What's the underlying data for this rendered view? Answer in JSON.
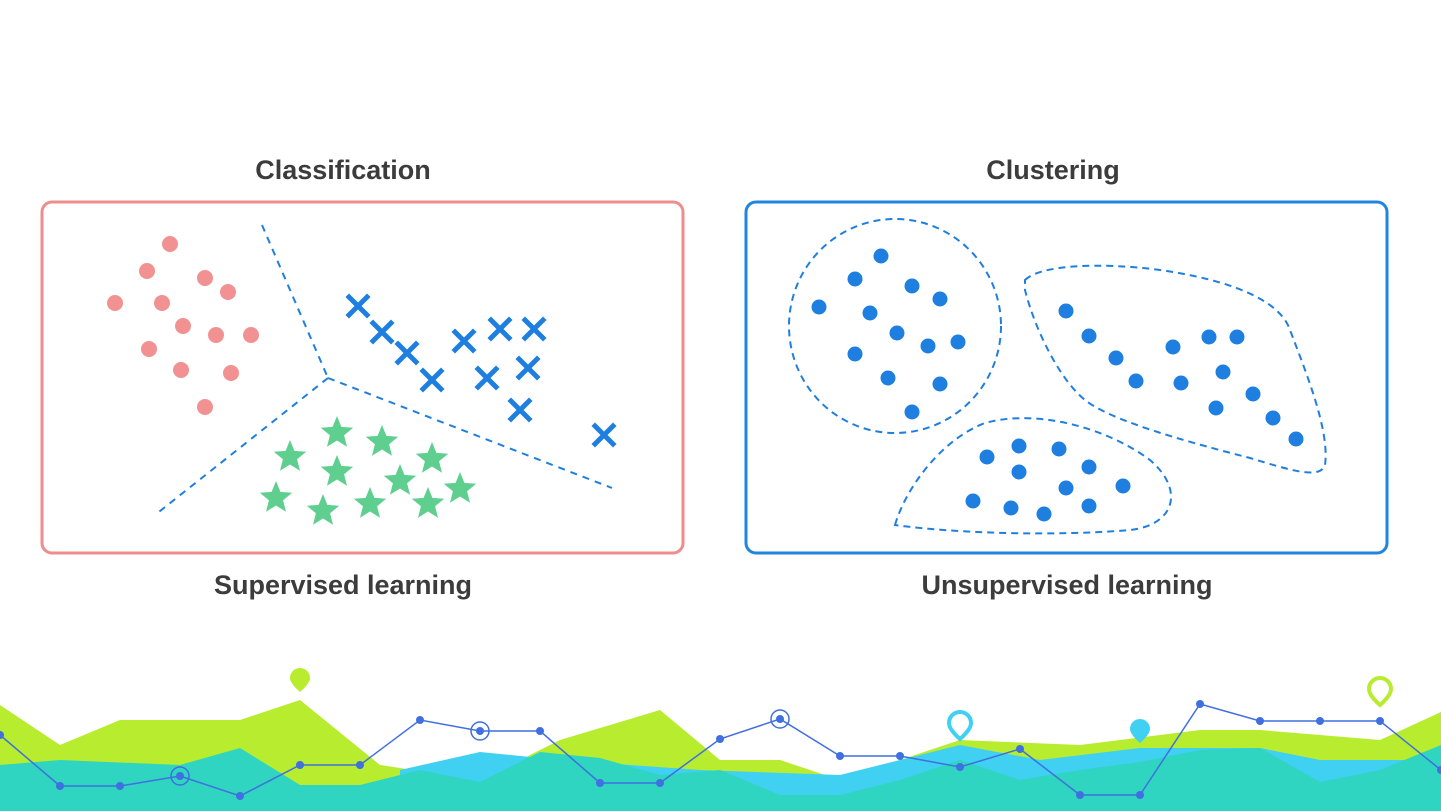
{
  "classification": {
    "title": "Classification",
    "caption": "Supervised learning",
    "frame_color": "#f08c8c",
    "classes": [
      {
        "shape": "circle",
        "color": "#f29191"
      },
      {
        "shape": "cross",
        "color": "#1f7fe0"
      },
      {
        "shape": "star",
        "color": "#5fcf8f"
      }
    ]
  },
  "clustering": {
    "title": "Clustering",
    "caption": "Unsupervised learning",
    "frame_color": "#1f86e0",
    "point_color": "#1f7fe0"
  },
  "footer_colors": {
    "lime": "#b8ec2e",
    "teal": "#2fd5c0",
    "sky": "#3fd0f2",
    "line": "#3f6fe0"
  }
}
